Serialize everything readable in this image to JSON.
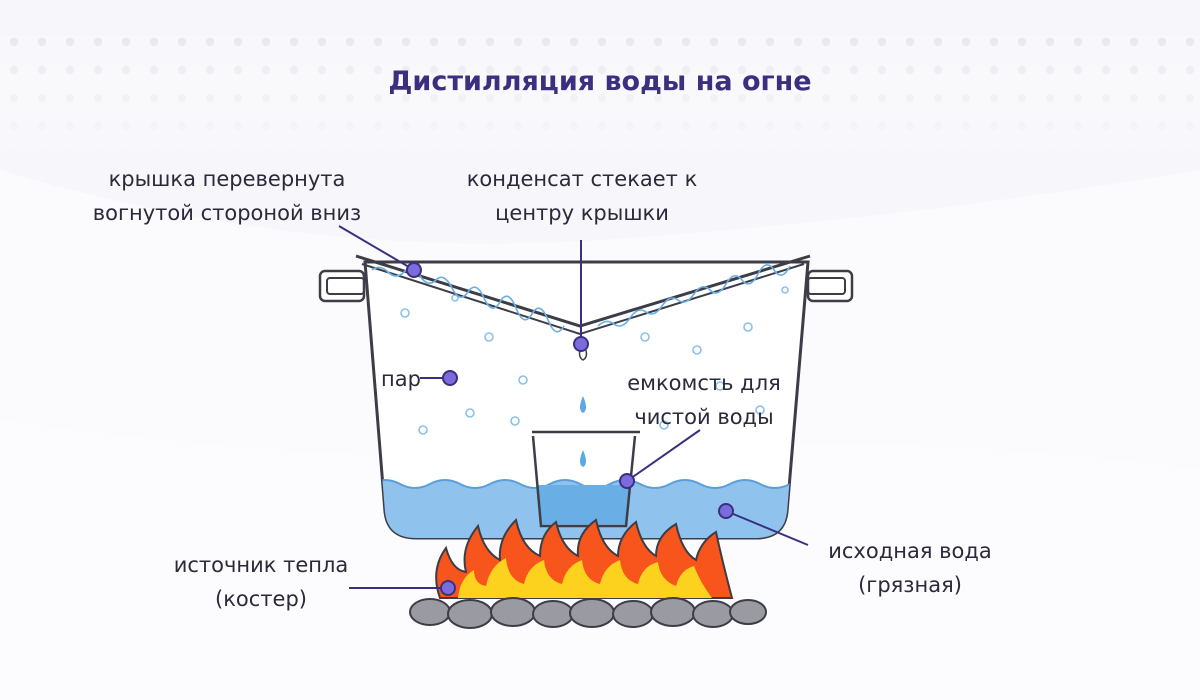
{
  "title": "Дистилляция воды на огне",
  "labels": {
    "lid": [
      "крышка перевернута",
      "вогнутой стороной вниз"
    ],
    "condensate": [
      "конденсат стекает к",
      "центру крышки"
    ],
    "steam": "пар",
    "container": [
      "емкомсть для",
      "чистой воды"
    ],
    "source_water": [
      "исходная вода",
      "(грязная)"
    ],
    "heat": [
      "источник тепла",
      "(костер)"
    ]
  },
  "colors": {
    "accent": "#3b2f80",
    "marker_fill": "#7b6bdc",
    "water": "#8fc2ec",
    "flame_outer": "#f7551c",
    "flame_inner": "#fcd21e",
    "stone": "#9a9ba2",
    "outline": "#3d3d48"
  }
}
